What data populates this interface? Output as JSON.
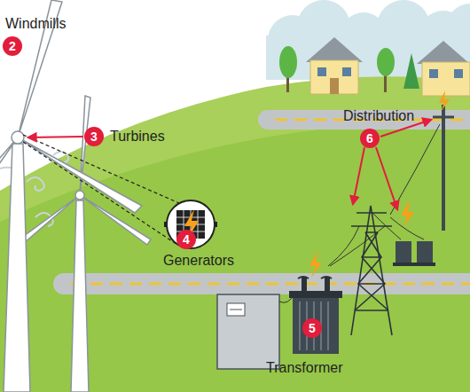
{
  "diagram": {
    "labels": [
      "Windmills",
      "2",
      "Turbines",
      "3",
      "Distribution",
      "6",
      "4",
      "Generators",
      "5",
      "Transformer"
    ]
  }
}
